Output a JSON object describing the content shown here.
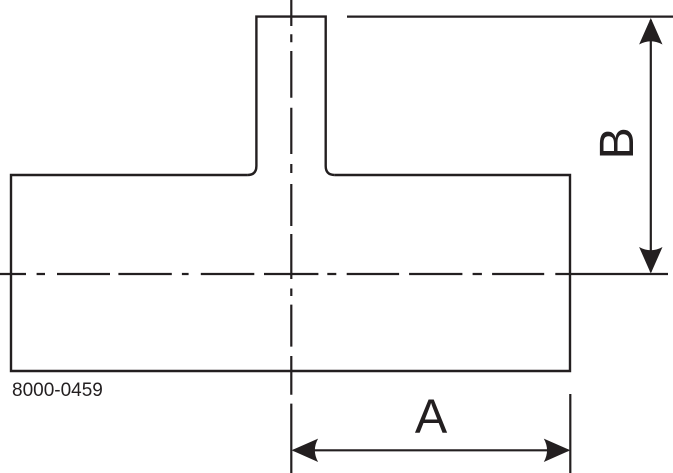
{
  "drawing": {
    "part_number": "8000-0459",
    "dim_a_label": "A",
    "dim_b_label": "B"
  },
  "colors": {
    "line": "#231f20",
    "background": "#ffffff"
  }
}
